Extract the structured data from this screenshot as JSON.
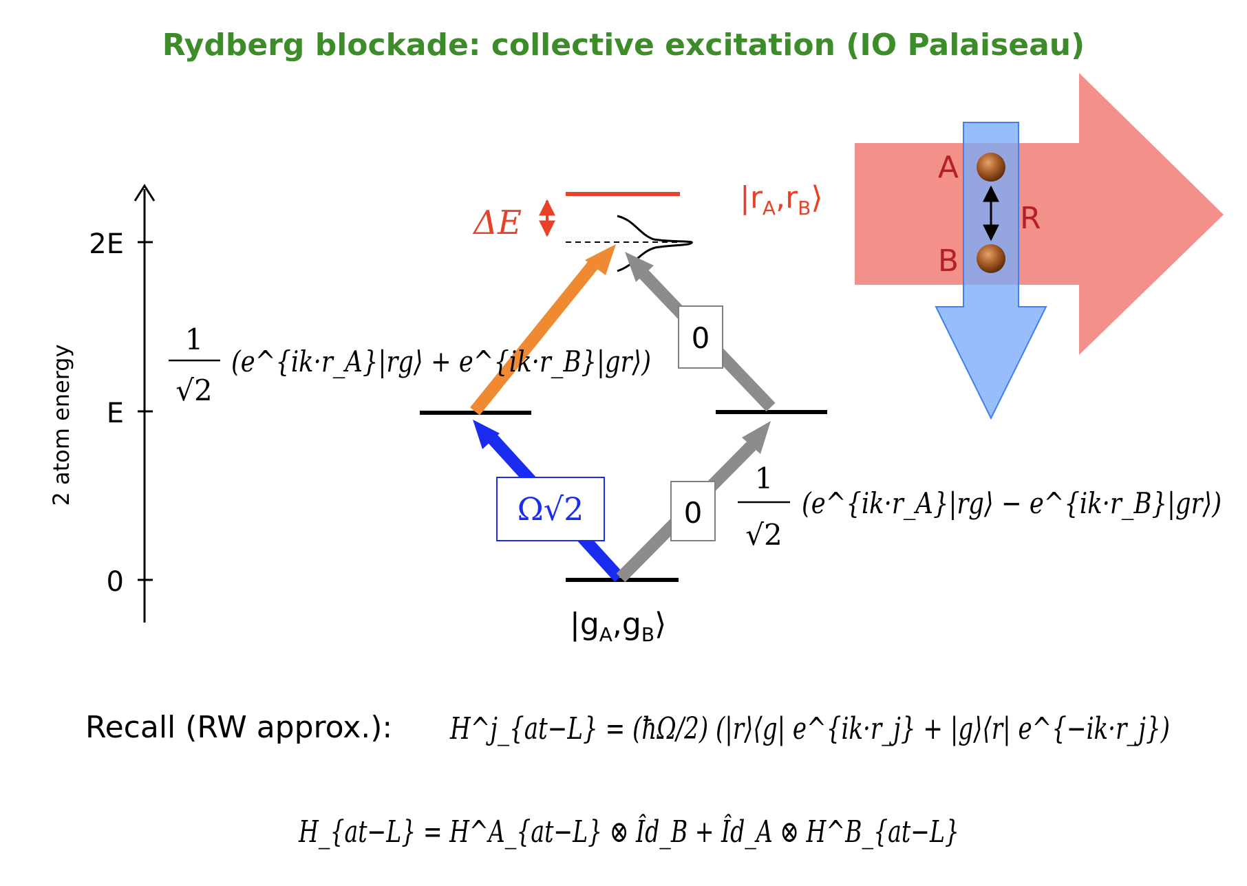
{
  "title": "Rydberg blockade: collective excitation (IO Palaiseau)",
  "axis": {
    "label": "2 atom energy",
    "ticks": [
      "0",
      "E",
      "2E"
    ]
  },
  "states": {
    "ground": {
      "ket_open": "|g",
      "sub_a": "A",
      "sep": ",g",
      "sub_b": "B",
      "ket_close": "⟩"
    },
    "rydberg": {
      "ket_open": "|r",
      "sub_a": "A",
      "sep": ",r",
      "sub_b": "B",
      "ket_close": "⟩"
    },
    "symmetric": {
      "prefactor_num": "1",
      "prefactor_den": "√2",
      "expression": "(e^{ik·r_A}|rg⟩ + e^{ik·r_B}|gr⟩)"
    },
    "antisymmetric": {
      "prefactor_num": "1",
      "prefactor_den": "√2",
      "expression": "(e^{ik·r_A}|rg⟩ − e^{ik·r_B}|gr⟩)"
    }
  },
  "couplings": {
    "bright": "Ω√2",
    "dark_lower": "0",
    "dark_upper": "0"
  },
  "shift_label": "ΔE",
  "atoms": {
    "a": "A",
    "b": "B",
    "distance": "R"
  },
  "equations": {
    "recall_label": "Recall (RW approx.):",
    "single_atom": "H^j_{at−L} = (ħΩ/2) (|r⟩⟨g| e^{ik·r_j} + |g⟩⟨r| e^{−ik·r_j})",
    "two_atom": "H_{at−L} = H^A_{at−L} ⊗ Îd_B + Îd_A ⊗ H^B_{at−L}"
  },
  "colors": {
    "title": "#3c8c2a",
    "rydberg": "#e8412a",
    "bright_arrow": "#1a2cf0",
    "symmetric_arrow": "#ef8a32",
    "dark_arrow": "#8c8c8c",
    "red_beam": "#f4908a",
    "blue_beam": "#7aaaf8",
    "atom_label": "#b22222"
  }
}
